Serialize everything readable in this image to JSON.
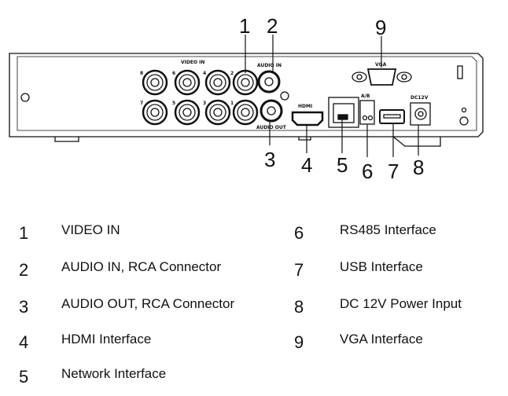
{
  "panel_labels": {
    "video_in": "VIDEO IN",
    "audio_in": "AUDIO IN",
    "audio_out": "AUDIO OUT",
    "hdmi": "HDMI",
    "vga": "VGA",
    "rs485": "A/B",
    "dc": "DC12V",
    "channels_top": [
      "8",
      "6",
      "4",
      "2"
    ],
    "channels_bottom": [
      "7",
      "5",
      "3",
      "1"
    ]
  },
  "callouts": [
    "1",
    "2",
    "3",
    "4",
    "5",
    "6",
    "7",
    "8",
    "9"
  ],
  "legend": [
    {
      "num": "1",
      "label": "VIDEO IN"
    },
    {
      "num": "2",
      "label": "AUDIO IN, RCA Connector"
    },
    {
      "num": "3",
      "label": "AUDIO OUT, RCA Connector"
    },
    {
      "num": "4",
      "label": "HDMI Interface"
    },
    {
      "num": "5",
      "label": "Network Interface"
    },
    {
      "num": "6",
      "label": "RS485 Interface"
    },
    {
      "num": "7",
      "label": "USB Interface"
    },
    {
      "num": "8",
      "label": "DC 12V Power Input"
    },
    {
      "num": "9",
      "label": "VGA Interface"
    }
  ]
}
